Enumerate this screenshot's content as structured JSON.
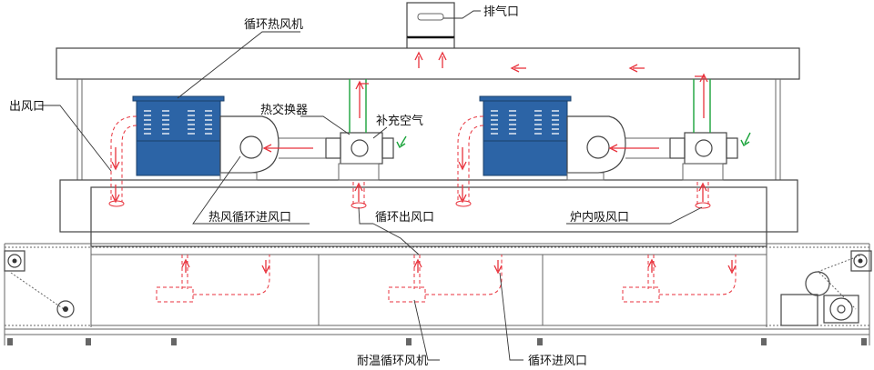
{
  "diagram": {
    "labels": {
      "exhaust": "排气口",
      "circ_hot_fan": "循环热风机",
      "outlet": "出风口",
      "heat_exchanger": "热交换器",
      "fresh_air": "补充空气",
      "hot_air_return": "热风循环进风口",
      "circ_outlet": "循环出风口",
      "furnace_intake": "炉内吸风口",
      "temp_fan": "耐温循环风机",
      "circ_inlet": "循环进风口"
    },
    "colors": {
      "fan_body": "#2c64a6",
      "airflow": "#e8323c",
      "fresh_air": "#1aa33a",
      "outline": "#555555"
    }
  }
}
